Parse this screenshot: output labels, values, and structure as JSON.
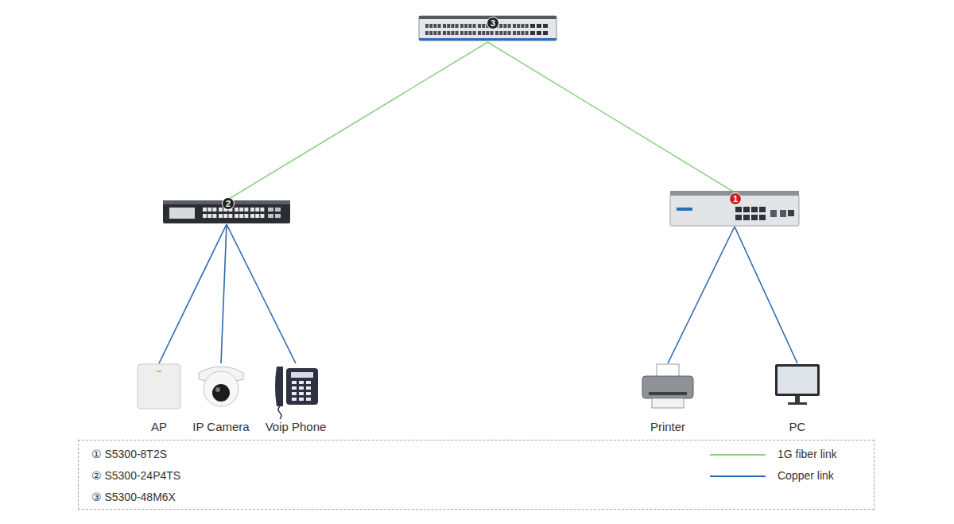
{
  "diagram": {
    "nodes": [
      {
        "text": [
          "3"
        ]
      },
      {
        "text": [
          "2"
        ]
      },
      {
        "text": [
          "1"
        ]
      },
      {
        "text": [
          "AP"
        ]
      },
      {
        "text": [
          "IP Camera"
        ]
      },
      {
        "text": [
          "Voip Phone"
        ]
      },
      {
        "text": [
          "Printer"
        ]
      },
      {
        "text": [
          "PC"
        ]
      }
    ],
    "edges": [
      {
        "from": 0,
        "to": 1,
        "arrow": "none"
      },
      {
        "from": 0,
        "to": 2,
        "arrow": "none"
      },
      {
        "from": 1,
        "to": 3,
        "arrow": "none"
      },
      {
        "from": 1,
        "to": 4,
        "arrow": "none"
      },
      {
        "from": 1,
        "to": 5,
        "arrow": "none"
      },
      {
        "from": 2,
        "to": 6,
        "arrow": "none"
      },
      {
        "from": 2,
        "to": 7,
        "arrow": "none"
      }
    ],
    "labels": [
      "① S5300-8T2S",
      "② S5300-24P4TS",
      "③ S5300-48M6X"
    ],
    "legend": [
      {
        "text": "1G fiber link"
      },
      {
        "text": "Copper link"
      }
    ]
  }
}
